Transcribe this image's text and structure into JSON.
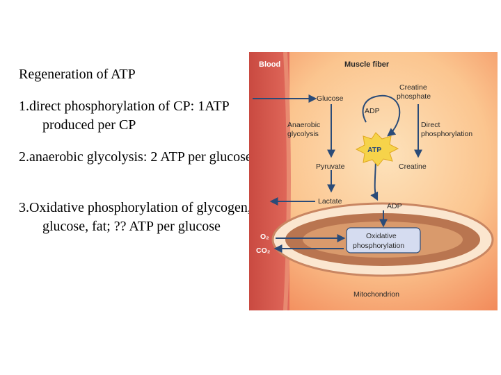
{
  "slide": {
    "title": "Regeneration of ATP",
    "items": [
      "1.direct phosphorylation  of CP: 1ATP produced per CP",
      "2.anaerobic glycolysis: 2 ATP per glucose",
      "3.Oxidative phosphorylation of glycogen, glucose, fat; ?? ATP per glucose"
    ]
  },
  "diagram": {
    "colors": {
      "blood": "#d9584d",
      "fiber_light": "#fbd3a0",
      "fiber_dark": "#f28a5a",
      "arrow": "#2a4b78",
      "atp": "#f6d34a",
      "mito": "#c4845a"
    },
    "labels": {
      "blood": "Blood",
      "muscle_fiber": "Muscle fiber",
      "creatine_phosphate_1": "Creatine",
      "creatine_phosphate_2": "phosphate",
      "glucose": "Glucose",
      "adp_top": "ADP",
      "anaerobic_1": "Anaerobic",
      "anaerobic_2": "glycolysis",
      "direct_1": "Direct",
      "direct_2": "phosphorylation",
      "atp": "ATP",
      "pyruvate": "Pyruvate",
      "creatine": "Creatine",
      "lactate": "Lactate",
      "adp_bottom": "ADP",
      "o2": "O₂",
      "co2": "CO₂",
      "oxidative_1": "Oxidative",
      "oxidative_2": "phosphorylation",
      "mitochondrion": "Mitochondrion"
    }
  }
}
